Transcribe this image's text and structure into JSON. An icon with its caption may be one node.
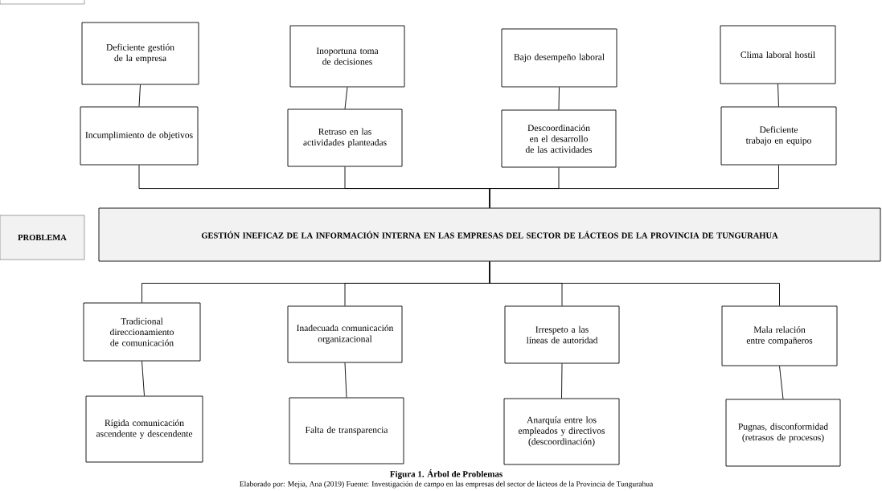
{
  "diagram": {
    "caption": "Figura 1. Árbol de Problemas",
    "nodes": [
      {
        "text": [
          "PROBLEMA"
        ]
      },
      {
        "text": [
          "GESTIÓN INEFICAZ DE LA INFORMACIÓN INTERNA EN LAS EMPRESAS DEL SECTOR DE LÁCTEOS DE LA PROVINCIA DE TUNGURAHUA"
        ]
      },
      {
        "text": [
          "Deficiente gestión de la empresa"
        ]
      },
      {
        "text": [
          "Inoportuna toma de decisiones"
        ]
      },
      {
        "text": [
          "Bajo desempeño laboral"
        ]
      },
      {
        "text": [
          "Clima laboral hostil"
        ]
      },
      {
        "text": [
          "Incumplimiento de objetivos"
        ]
      },
      {
        "text": [
          "Retraso en las actividades planteadas"
        ]
      },
      {
        "text": [
          "Descoordinación en el desarrollo de las actividades"
        ]
      },
      {
        "text": [
          "Deficiente trabajo en equipo"
        ]
      },
      {
        "text": [
          "Tradicional direccionamiento de comunicación"
        ]
      },
      {
        "text": [
          "Inadecuada comunicación organizacional"
        ]
      },
      {
        "text": [
          "Irrespeto a las líneas de autoridad"
        ]
      },
      {
        "text": [
          "Mala relación entre compañeros"
        ]
      },
      {
        "text": [
          "Rígida comunicación ascendente y descendente"
        ]
      },
      {
        "text": [
          "Falta de transparencia"
        ]
      },
      {
        "text": [
          "Anarquía entre los empleados y directivos (descoordinación)"
        ]
      },
      {
        "text": [
          "Pugnas, disconformidad (retrasos de procesos)"
        ]
      }
    ],
    "edges": [
      {
        "from": 2,
        "to": 6,
        "arrow": "none"
      },
      {
        "from": 3,
        "to": 7,
        "arrow": "none"
      },
      {
        "from": 4,
        "to": 8,
        "arrow": "none"
      },
      {
        "from": 5,
        "to": 9,
        "arrow": "none"
      },
      {
        "from": 6,
        "to": 1,
        "arrow": "none"
      },
      {
        "from": 7,
        "to": 1,
        "arrow": "none"
      },
      {
        "from": 8,
        "to": 1,
        "arrow": "none"
      },
      {
        "from": 9,
        "to": 1,
        "arrow": "none"
      },
      {
        "from": 1,
        "to": 10,
        "arrow": "none"
      },
      {
        "from": 1,
        "to": 11,
        "arrow": "none"
      },
      {
        "from": 1,
        "to": 12,
        "arrow": "none"
      },
      {
        "from": 1,
        "to": 13,
        "arrow": "none"
      },
      {
        "from": 10,
        "to": 14,
        "arrow": "none"
      },
      {
        "from": 11,
        "to": 15,
        "arrow": "none"
      },
      {
        "from": 12,
        "to": 16,
        "arrow": "none"
      },
      {
        "from": 13,
        "to": 17,
        "arrow": "none"
      }
    ],
    "labels": [
      "Elaborado por: Mejía, Ana (2019) Fuente: Investigación de campo en las empresas del sector de lácteos de la Provincia de Tungurahua"
    ]
  }
}
